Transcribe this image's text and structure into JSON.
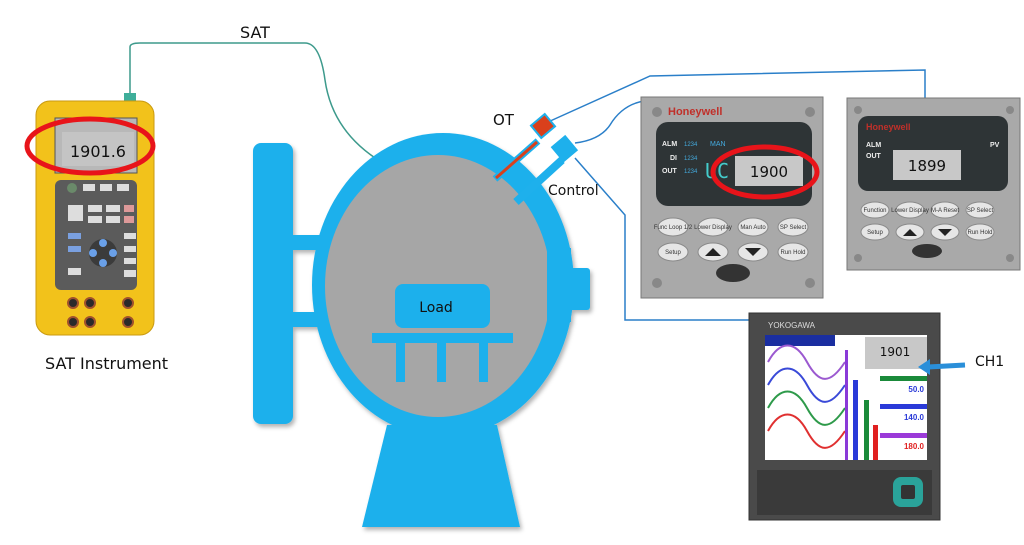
{
  "labels": {
    "sat": "SAT",
    "sat_instrument": "SAT Instrument",
    "ot": "OT",
    "control": "Control",
    "load": "Load",
    "ch1": "CH1"
  },
  "sat_instrument": {
    "reading": "1901.6"
  },
  "controller_1": {
    "brand": "Honeywell",
    "reading": "1900",
    "indicators": [
      "ALM",
      "DI",
      "OUT"
    ],
    "indicator_values": [
      "1234",
      "1234",
      "1234"
    ],
    "mode": "MAN",
    "buttons": [
      "Func Loop 1/2",
      "Lower Display",
      "Man Auto",
      "SP Select",
      "Setup",
      "Run Hold"
    ]
  },
  "controller_2": {
    "brand": "Honeywell",
    "reading": "1899",
    "indicators": [
      "ALM",
      "OUT"
    ],
    "pv_label": "PV",
    "buttons": [
      "Function",
      "Lower Display",
      "M-A Reset",
      "SP Select",
      "Setup",
      "Run Hold"
    ]
  },
  "recorder": {
    "brand": "YOKOGAWA",
    "reading": "1901",
    "values": [
      "50.0",
      "140.0",
      "180.0"
    ]
  },
  "colors": {
    "furnace_blue": "#1eb0ec",
    "chamber_gray": "#a6a6a6",
    "highlight_red": "#e8141a",
    "ot_probe": "#d9401c",
    "sat_wire": "#3d9a8c",
    "signal_wire": "#2a7fc9",
    "instrument_yellow": "#f2c21b"
  }
}
